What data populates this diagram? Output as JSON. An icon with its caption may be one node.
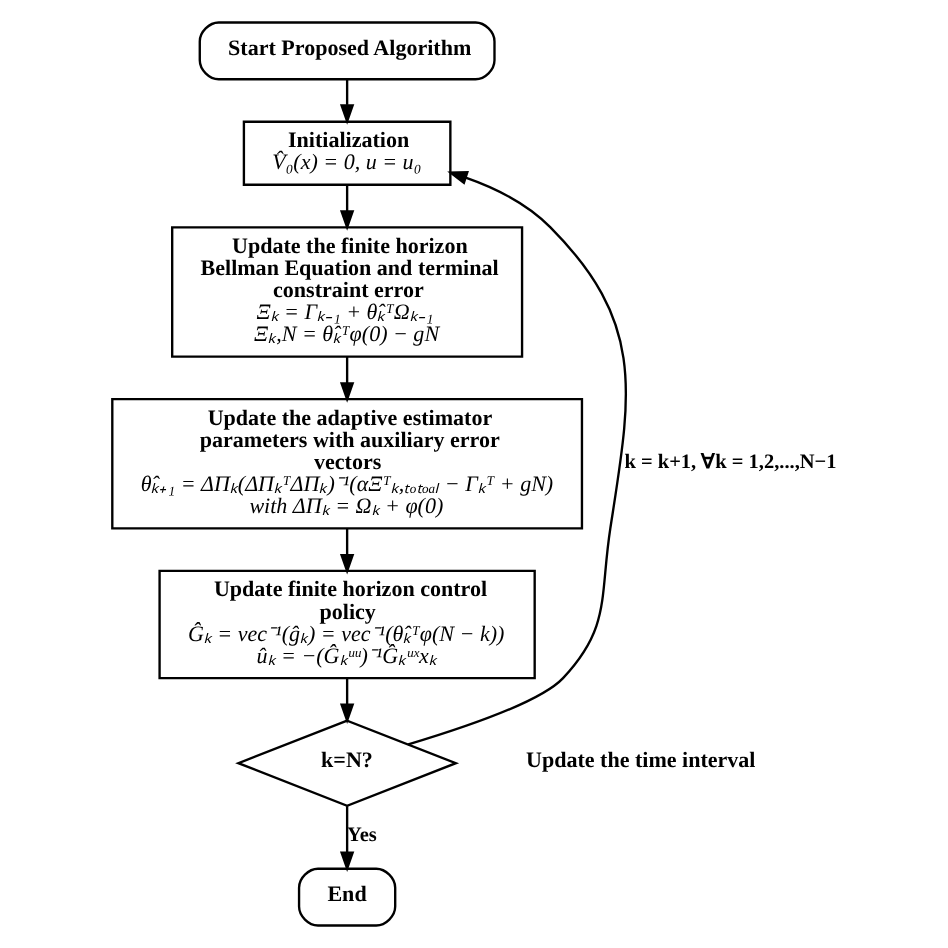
{
  "diagram": {
    "nodes": [
      {
        "text": [
          "Start Proposed Algorithm"
        ]
      },
      {
        "text": [
          "Initialization",
          "V̂₀(x) = 0, u = u₀"
        ]
      },
      {
        "text": [
          "Update the finite horizon Bellman Equation and terminal constraint error",
          "Ξₖ = Γₖ₋₁ + θ̂ₖᵀΩₖ₋₁",
          "Ξₖ,N = θ̂ₖᵀφ(0) − gN"
        ]
      },
      {
        "text": [
          "Update the adaptive estimator parameters with auxiliary error vectors",
          "θ̂ₖ₊₁ = ΔΠₖ(ΔΠₖᵀΔΠₖ)⁻¹(αΞᵀₖ,ₜₒₜₒₐₗ − Γₖᵀ + gN)",
          "with ΔΠₖ = Ωₖ + φ(0)"
        ]
      },
      {
        "text": [
          "Update finite horizon control policy",
          "Ĝₖ = vec⁻¹(ĝₖ) = vec⁻¹(θ̂ₖᵀφ(N − k))",
          "ûₖ = −(Ĝₖᵘᵘ)⁻¹Ĝₖᵘˣxₖ"
        ]
      },
      {
        "text": [
          "k=N?"
        ]
      },
      {
        "text": [
          "End"
        ]
      }
    ],
    "edges": [
      {
        "from": 0,
        "to": 1,
        "arrow": "to"
      },
      {
        "from": 1,
        "to": 2,
        "arrow": "to"
      },
      {
        "from": 2,
        "to": 3,
        "arrow": "to"
      },
      {
        "from": 3,
        "to": 4,
        "arrow": "to"
      },
      {
        "from": 4,
        "to": 5,
        "arrow": "to"
      },
      {
        "from": 5,
        "to": 6,
        "arrow": "to",
        "label": "Yes"
      },
      {
        "from": 5,
        "to": 1,
        "arrow": "to",
        "label": "k = k+1, ∀k = 1,2,...,N−1"
      }
    ],
    "labels": [
      "Update the time interval"
    ]
  }
}
